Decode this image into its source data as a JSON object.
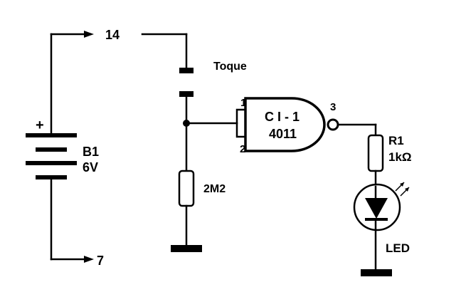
{
  "battery": {
    "plus_sign": "+",
    "name": "B1",
    "voltage": "6V",
    "pin_top": "14",
    "pin_bottom": "7"
  },
  "touch": {
    "label": "Toque"
  },
  "resistor_pulldown": {
    "label": "2M2"
  },
  "gate": {
    "name": "C I - 1",
    "part": "4011",
    "pin_in_a": "1",
    "pin_in_b": "2",
    "pin_out": "3"
  },
  "resistor_led": {
    "name": "R1",
    "value": "1kΩ"
  },
  "led": {
    "label": "LED"
  }
}
